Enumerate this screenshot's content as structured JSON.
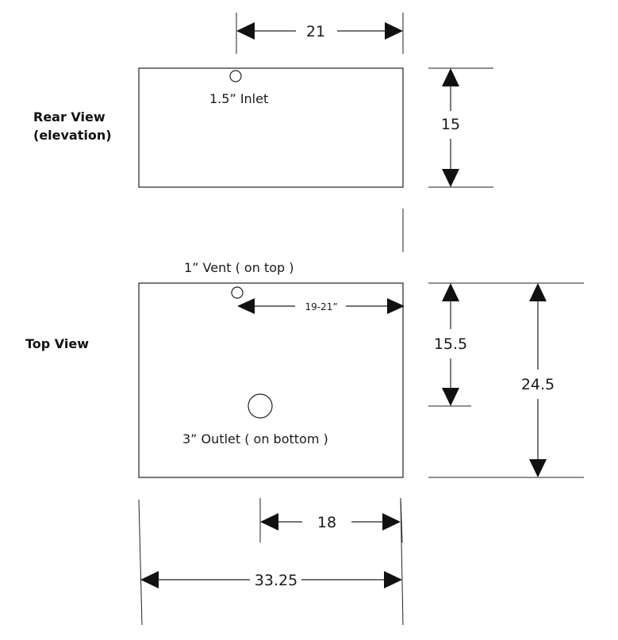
{
  "views": {
    "rear_label_line1": "Rear View",
    "rear_label_line2": "(elevation)",
    "top_label": "Top View"
  },
  "notes": {
    "inlet": "1.5” Inlet",
    "vent": "1” Vent ( on top )",
    "outlet": "3” Outlet ( on bottom )"
  },
  "dimensions": {
    "rear_width": "21",
    "rear_height": "15",
    "vent_offset": "19-21”",
    "outlet_depth": "15.5",
    "top_depth": "24.5",
    "outlet_offset": "18",
    "overall_width": "33.25"
  }
}
